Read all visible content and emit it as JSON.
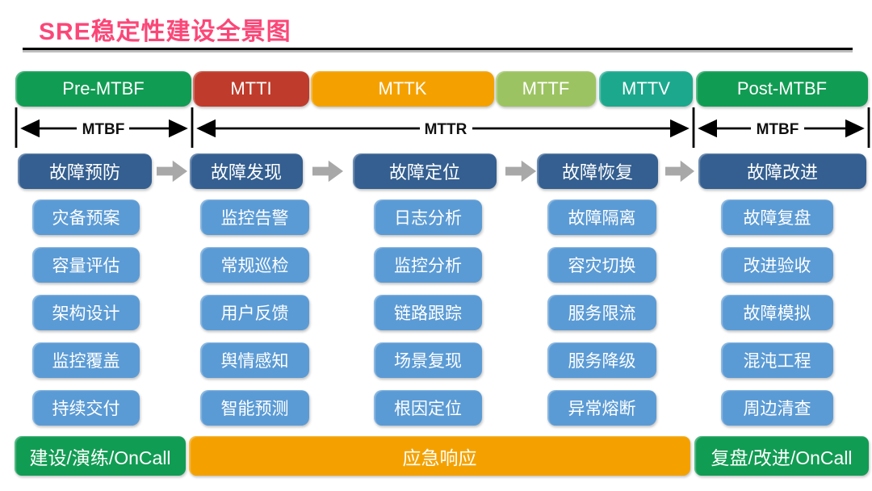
{
  "title": "SRE稳定性建设全景图",
  "colors": {
    "title_pink": "#FB4778",
    "green": "#119C53",
    "red": "#BF3B2B",
    "orange": "#F4A100",
    "light_green": "#9CC361",
    "teal": "#1CA88D",
    "dark_blue": "#345F90",
    "light_blue": "#5B9BD5",
    "arrow_gray": "#A8A8A8"
  },
  "phases_bar": [
    {
      "label": "Pre-MTBF",
      "color": "#119C53"
    },
    {
      "label": "MTTI",
      "color": "#BF3B2B"
    },
    {
      "label": "MTTK",
      "color": "#F4A100"
    },
    {
      "label": "MTTF",
      "color": "#9CC361"
    },
    {
      "label": "MTTV",
      "color": "#1CA88D"
    },
    {
      "label": "Post-MTBF",
      "color": "#119C53"
    }
  ],
  "metrics": {
    "left": "MTBF",
    "middle": "MTTR",
    "right": "MTBF"
  },
  "columns": [
    {
      "header": "故障预防",
      "items": [
        "灾备预案",
        "容量评估",
        "架构设计",
        "监控覆盖",
        "持续交付"
      ]
    },
    {
      "header": "故障发现",
      "items": [
        "监控告警",
        "常规巡检",
        "用户反馈",
        "舆情感知",
        "智能预测"
      ]
    },
    {
      "header": "故障定位",
      "items": [
        "日志分析",
        "监控分析",
        "链路跟踪",
        "场景复现",
        "根因定位"
      ]
    },
    {
      "header": "故障恢复",
      "items": [
        "故障隔离",
        "容灾切换",
        "服务限流",
        "服务降级",
        "异常熔断"
      ]
    },
    {
      "header": "故障改进",
      "items": [
        "故障复盘",
        "改进验收",
        "故障模拟",
        "混沌工程",
        "周边清查"
      ]
    }
  ],
  "footer": [
    {
      "label": "建设/演练/OnCall",
      "color": "#119C53"
    },
    {
      "label": "应急响应",
      "color": "#F4A100"
    },
    {
      "label": "复盘/改进/OnCall",
      "color": "#119C53"
    }
  ]
}
